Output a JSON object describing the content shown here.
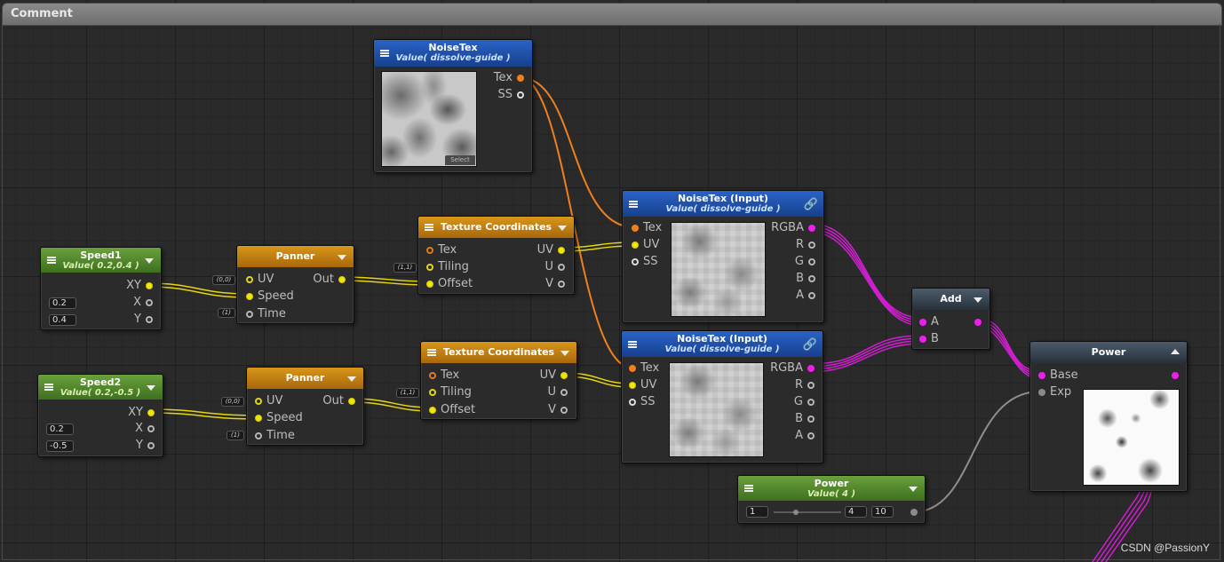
{
  "comment": {
    "title": "Comment"
  },
  "colors": {
    "float": "#f2e40e",
    "texture": "#f07f1c",
    "color": "#f01df0",
    "generic": "#8a8a8a"
  },
  "nodes": {
    "noisetex_ref": {
      "title": "NoiseTex",
      "subtitle": "Value( dissolve-guide )",
      "out_tex": "Tex",
      "out_ss": "SS",
      "select_label": "Select"
    },
    "speed1": {
      "title": "Speed1",
      "subtitle": "Value( 0.2,0.4 )",
      "out": "XY",
      "x_label": "X",
      "y_label": "Y",
      "x": "0.2",
      "y": "0.4"
    },
    "speed2": {
      "title": "Speed2",
      "subtitle": "Value( 0.2,-0.5 )",
      "out": "XY",
      "x_label": "X",
      "y_label": "Y",
      "x": "0.2",
      "y": "-0.5"
    },
    "panner1": {
      "title": "Panner",
      "in_uv": "UV",
      "in_speed": "Speed",
      "in_time": "Time",
      "out": "Out",
      "uv_default": "(0,0)",
      "time_default": "(1)"
    },
    "panner2": {
      "title": "Panner",
      "in_uv": "UV",
      "in_speed": "Speed",
      "in_time": "Time",
      "out": "Out",
      "uv_default": "(0,0)",
      "time_default": "(1)"
    },
    "texcoord1": {
      "title": "Texture Coordinates",
      "in_tex": "Tex",
      "in_tiling": "Tiling",
      "in_offset": "Offset",
      "out_uv": "UV",
      "out_u": "U",
      "out_v": "V",
      "tiling_default": "(1,1)"
    },
    "texcoord2": {
      "title": "Texture Coordinates",
      "in_tex": "Tex",
      "in_tiling": "Tiling",
      "in_offset": "Offset",
      "out_uv": "UV",
      "out_u": "U",
      "out_v": "V",
      "tiling_default": "(1,1)"
    },
    "noisetex_in1": {
      "title": "NoiseTex (Input)",
      "subtitle": "Value( dissolve-guide )",
      "in_tex": "Tex",
      "in_uv": "UV",
      "in_ss": "SS",
      "out_rgba": "RGBA",
      "out_r": "R",
      "out_g": "G",
      "out_b": "B",
      "out_a": "A"
    },
    "noisetex_in2": {
      "title": "NoiseTex (Input)",
      "subtitle": "Value( dissolve-guide )",
      "in_tex": "Tex",
      "in_uv": "UV",
      "in_ss": "SS",
      "out_rgba": "RGBA",
      "out_r": "R",
      "out_g": "G",
      "out_b": "B",
      "out_a": "A"
    },
    "add": {
      "title": "Add",
      "in_a": "A",
      "in_b": "B"
    },
    "power": {
      "title": "Power",
      "in_base": "Base",
      "in_exp": "Exp"
    },
    "power_value": {
      "title": "Power",
      "subtitle": "Value( 4 )",
      "min": "1",
      "value": "4",
      "max": "10",
      "slider_fraction": 0.33
    }
  },
  "watermark": "CSDN @PassionY"
}
